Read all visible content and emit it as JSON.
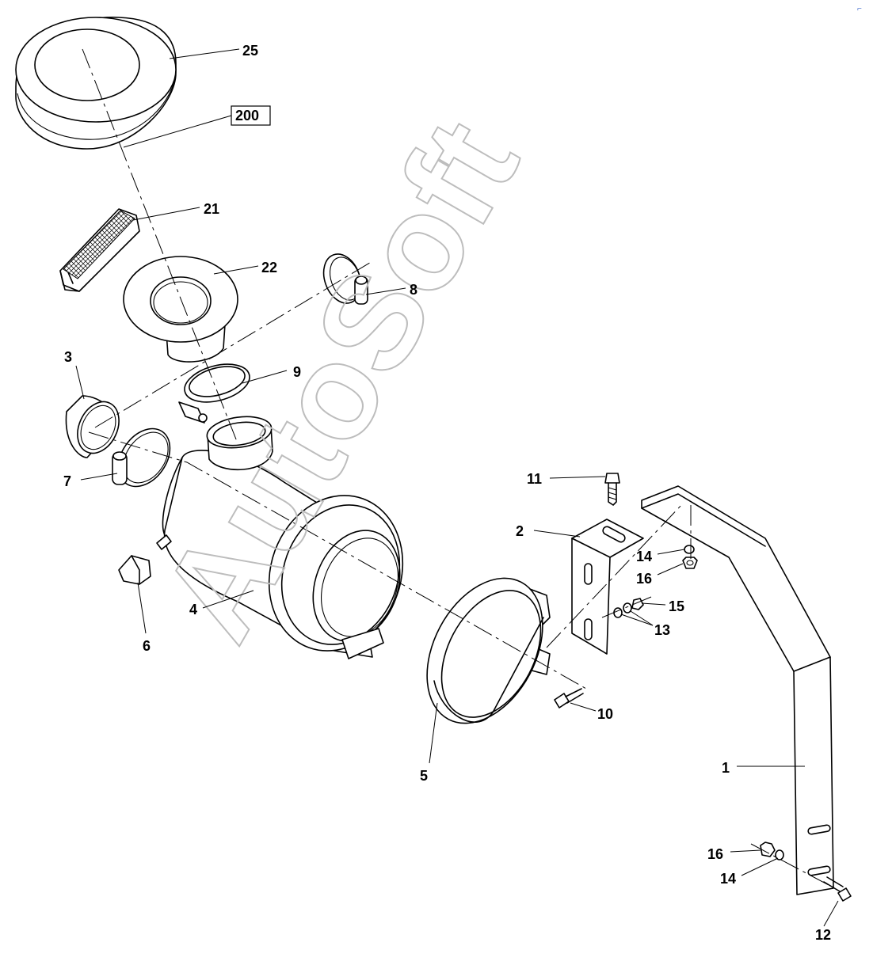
{
  "watermark": "AutoSoft",
  "corner_mark": "⌐",
  "callouts": {
    "c25": "25",
    "c200": "200",
    "c21": "21",
    "c22": "22",
    "c8": "8",
    "c3": "3",
    "c9": "9",
    "c7": "7",
    "c11": "11",
    "c2": "2",
    "c14a": "14",
    "c16a": "16",
    "c15": "15",
    "c13": "13",
    "c4": "4",
    "c6": "6",
    "c10": "10",
    "c5": "5",
    "c1": "1",
    "c16b": "16",
    "c14b": "14",
    "c12": "12"
  }
}
